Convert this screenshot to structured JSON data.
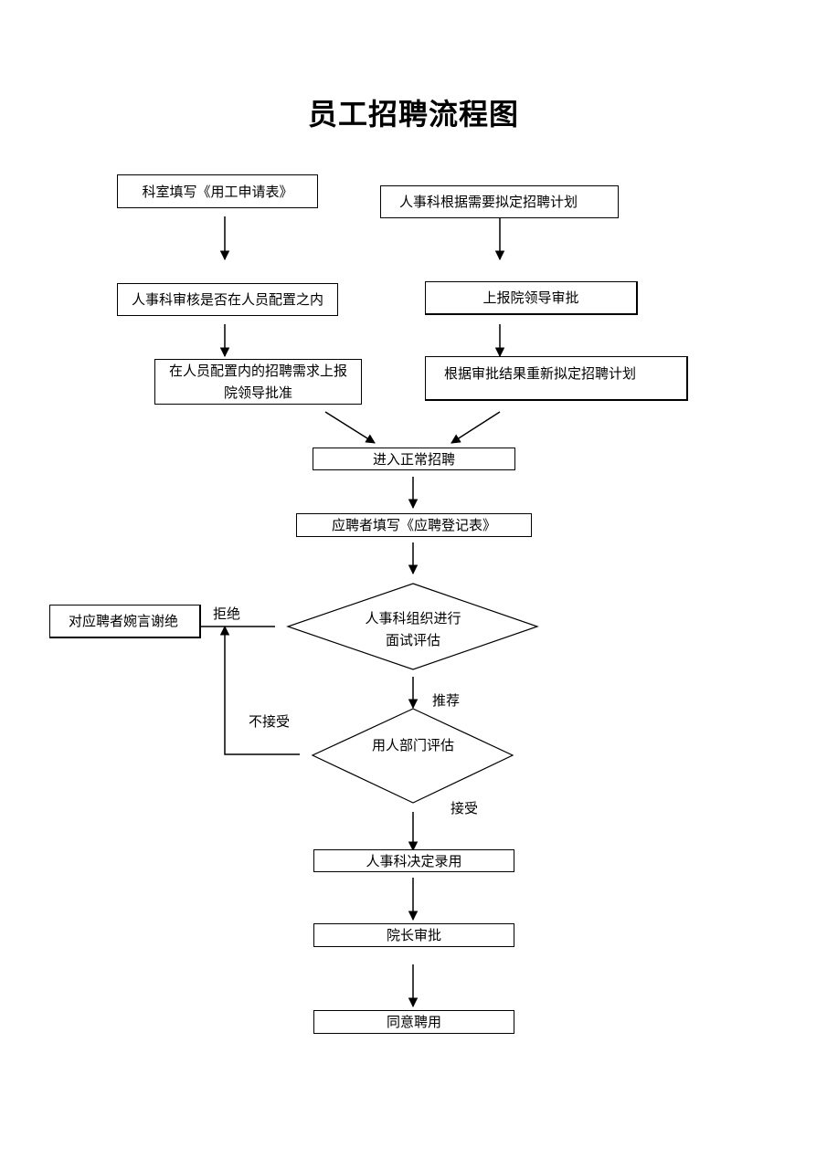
{
  "title": "员工招聘流程图",
  "nodes": {
    "dept_form": "科室填写《用工申请表》",
    "hr_plan": "人事科根据需要拟定招聘计划",
    "hr_check": "人事科审核是否在人员配置之内",
    "report_leader": "上报院领导审批",
    "in_config_line1": "在人员配置内的招聘需求上报",
    "in_config_line2": "院领导批准",
    "replan": "根据审批结果重新拟定招聘计划",
    "normal_recruit": "进入正常招聘",
    "applicant_form": "应聘者填写《应聘登记表》",
    "interview_line1": "人事科组织进行",
    "interview_line2": "面试评估",
    "reject_box": "对应聘者婉言谢绝",
    "dept_eval": "用人部门评估",
    "hr_decide": "人事科决定录用",
    "dean_approve": "院长审批",
    "agree_hire": "同意聘用"
  },
  "edge_labels": {
    "reject": "拒绝",
    "recommend": "推荐",
    "not_accept": "不接受",
    "accept": "接受"
  }
}
